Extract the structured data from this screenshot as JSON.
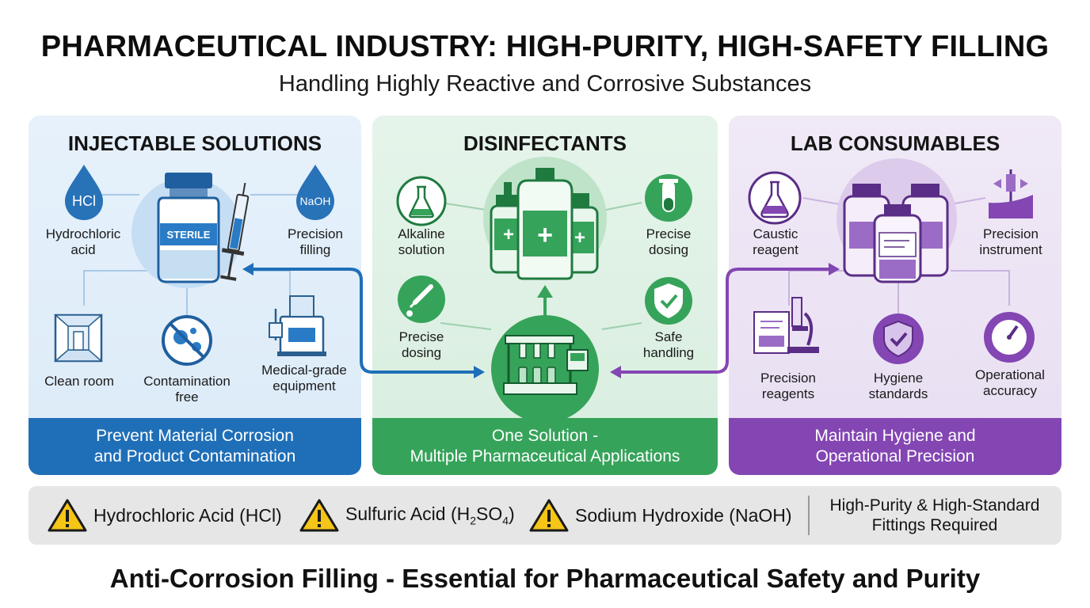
{
  "header": {
    "title": "PHARMACEUTICAL INDUSTRY: HIGH-PURITY, HIGH-SAFETY FILLING",
    "subtitle": "Handling Highly Reactive and Corrosive Substances"
  },
  "colors": {
    "blue": "#1f6fb8",
    "green": "#36a35a",
    "purple": "#8346b3",
    "warning": "#f5c518"
  },
  "panels": [
    {
      "title": "INJECTABLE SOLUTIONS",
      "vial_label": "STERILE",
      "items": [
        {
          "tag": "HCl",
          "label1": "Hydrochloric",
          "label2": "acid",
          "icon": "drop-icon"
        },
        {
          "tag": "NaOH",
          "label1": "Precision",
          "label2": "filling",
          "icon": "drop-icon"
        },
        {
          "label1": "Clean room",
          "label2": "",
          "icon": "clean-room-icon"
        },
        {
          "label1": "Contamination",
          "label2": "free",
          "icon": "no-germ-icon"
        },
        {
          "label1": "Medical-grade",
          "label2": "equipment",
          "icon": "machine-icon"
        }
      ],
      "footer1": "Prevent Material Corrosion",
      "footer2": "and Product Contamination"
    },
    {
      "title": "DISINFECTANTS",
      "items": [
        {
          "label1": "Alkaline",
          "label2": "solution",
          "icon": "flask-icon"
        },
        {
          "label1": "Precise",
          "label2": "dosing",
          "icon": "test-tube-icon"
        },
        {
          "label1": "Precise",
          "label2": "dosing",
          "icon": "dropper-icon"
        },
        {
          "label1": "Safe",
          "label2": "handling",
          "icon": "shield-check-icon"
        }
      ],
      "footer1": "One Solution -",
      "footer2": "Multiple Pharmaceutical Applications"
    },
    {
      "title": "LAB CONSUMABLES",
      "items": [
        {
          "label1": "Caustic",
          "label2": "reagent",
          "icon": "flask-icon"
        },
        {
          "label1": "Precision",
          "label2": "instrument",
          "icon": "instrument-icon"
        },
        {
          "label1": "Precision",
          "label2": "reagents",
          "icon": "microscope-icon"
        },
        {
          "label1": "Hygiene",
          "label2": "standards",
          "icon": "shield-check-icon"
        },
        {
          "label1": "Operational",
          "label2": "accuracy",
          "icon": "gauge-icon"
        }
      ],
      "footer1": "Maintain Hygiene and",
      "footer2": "Operational Precision"
    }
  ],
  "hazards": [
    {
      "name": "Hydrochloric Acid (HCl)",
      "icon": "warning-icon"
    },
    {
      "name_pre": "Sulfuric Acid (H",
      "sub1": "2",
      "name_mid": "SO",
      "sub2": "4",
      "name_post": ")",
      "icon": "warning-icon"
    },
    {
      "name": "Sodium Hydroxide (NaOH)",
      "icon": "warning-icon"
    }
  ],
  "hazard_note1": "High-Purity & High-Standard",
  "hazard_note2": "Fittings Required",
  "footer_title": "Anti-Corrosion Filling - Essential for Pharmaceutical Safety and Purity"
}
